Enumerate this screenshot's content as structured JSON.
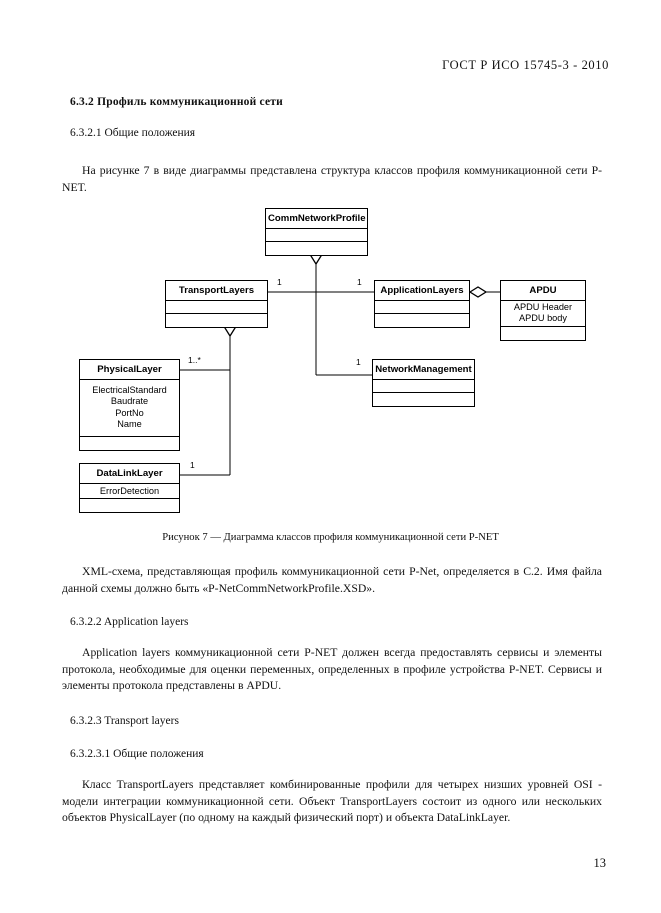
{
  "document": {
    "header": "ГОСТ Р ИСО 15745-3 - 2010",
    "page_number": "13"
  },
  "sections": {
    "h1": "6.3.2 Профиль коммуникационной сети",
    "h2": "6.3.2.1 Общие положения",
    "p1": "На рисунке 7 в виде диаграммы представлена структура классов профиля коммуникационной сети P-NET.",
    "caption": "Рисунок 7 — Диаграмма классов профиля коммуникационной сети P-NET",
    "p2": "XML-схема, представляющая профиль коммуникационной сети P-Net, определяется в С.2. Имя файла данной схемы должно быть «P-NetCommNetworkProfile.XSD».",
    "h3": "6.3.2.2 Application layers",
    "p3": "Application layers коммуникационной сети P-NET должен всегда предоставлять сервисы и элементы протокола, необходимые для оценки переменных, определенных в профиле устройства P-NET. Сервисы и элементы протокола представлены в APDU.",
    "h4": "6.3.2.3 Transport layers",
    "h5": "6.3.2.3.1 Общие положения",
    "p4": "Класс TransportLayers представляет комбинированные профили для четырех низших уровней OSI - модели интеграции коммуникационной сети. Объект TransportLayers состоит из одного или нескольких объектов PhysicalLayer (по одному на каждый физический порт) и объекта DataLinkLayer."
  },
  "diagram": {
    "classes": {
      "comm_network_profile": {
        "name": "CommNetworkProfile",
        "attributes": "",
        "operations": ""
      },
      "transport_layers": {
        "name": "TransportLayers",
        "attributes": "",
        "operations": ""
      },
      "application_layers": {
        "name": "ApplicationLayers",
        "attributes": "",
        "operations": ""
      },
      "apdu": {
        "name": "APDU",
        "attributes": "APDU Header\nAPDU body",
        "attr_line1": "APDU Header",
        "attr_line2": "APDU body",
        "operations": ""
      },
      "network_management": {
        "name": "NetworkManagement",
        "attributes": "",
        "operations": ""
      },
      "physical_layer": {
        "name": "PhysicalLayer",
        "attr_line1": "ElectricalStandard",
        "attr_line2": "Baudrate",
        "attr_line3": "PortNo",
        "attr_line4": "Name",
        "operations": ""
      },
      "data_link_layer": {
        "name": "DataLinkLayer",
        "attr_line1": "ErrorDetection",
        "operations": ""
      }
    },
    "multiplicities": {
      "transport_layers_end": "1",
      "application_layers_end": "1",
      "network_management_end": "1",
      "physical_layer_end": "1..*",
      "data_link_layer_end": "1"
    },
    "colors": {
      "line": "#000000",
      "box_fill": "#ffffff",
      "text": "#000000"
    }
  }
}
